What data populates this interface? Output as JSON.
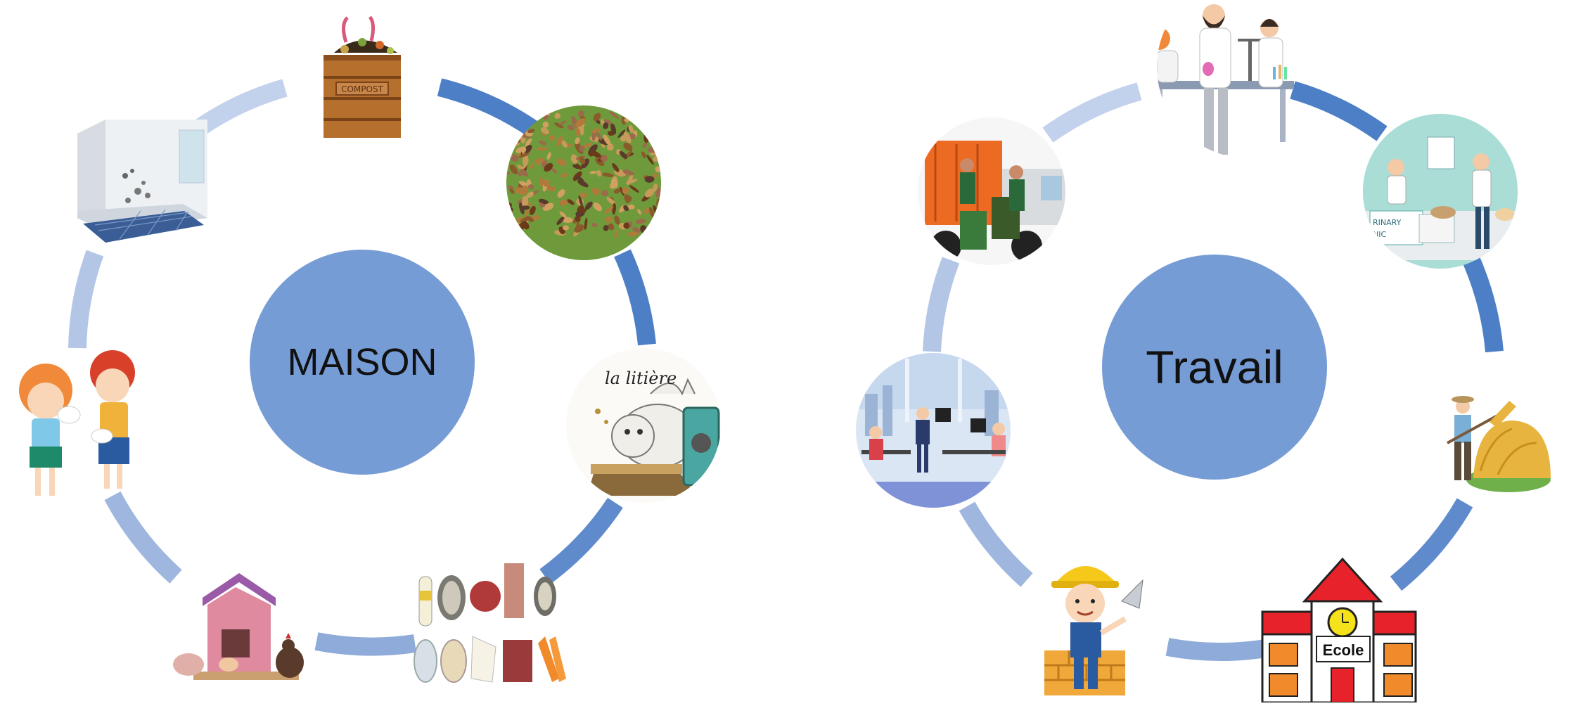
{
  "diagrams": [
    {
      "id": "maison",
      "center_label": "MAISON",
      "center_color": "#769cd6",
      "items": [
        {
          "name": "compost-bin",
          "icon": "compost-bin-icon",
          "text": "COMPOST"
        },
        {
          "name": "leaf-pile",
          "icon": "dead-leaves-icon"
        },
        {
          "name": "cat-litter",
          "icon": "cat-litter-icon",
          "text": "la litière"
        },
        {
          "name": "raw-foods",
          "icon": "raw-food-icon"
        },
        {
          "name": "chicken-coop",
          "icon": "chicken-coop-icon"
        },
        {
          "name": "sick-children",
          "icon": "sneezing-children-icon"
        },
        {
          "name": "moldy-room",
          "icon": "moldy-room-icon"
        }
      ]
    },
    {
      "id": "travail",
      "center_label": "Travail",
      "center_color": "#769cd6",
      "items": [
        {
          "name": "laboratory",
          "icon": "laboratory-scientists-icon"
        },
        {
          "name": "veterinary-clinic",
          "icon": "veterinary-clinic-icon",
          "text": "RINARY\nNIC"
        },
        {
          "name": "farmer-hay",
          "icon": "farmer-hay-icon"
        },
        {
          "name": "school",
          "icon": "school-building-icon",
          "text": "Ecole"
        },
        {
          "name": "construction-worker",
          "icon": "construction-worker-icon"
        },
        {
          "name": "office",
          "icon": "office-workers-icon"
        },
        {
          "name": "garbage-truck",
          "icon": "garbage-truck-icon"
        }
      ]
    }
  ],
  "arc_colors": {
    "dark": "#4d7fc7",
    "mid": "#8fabd9",
    "light": "#c2d1ec"
  }
}
